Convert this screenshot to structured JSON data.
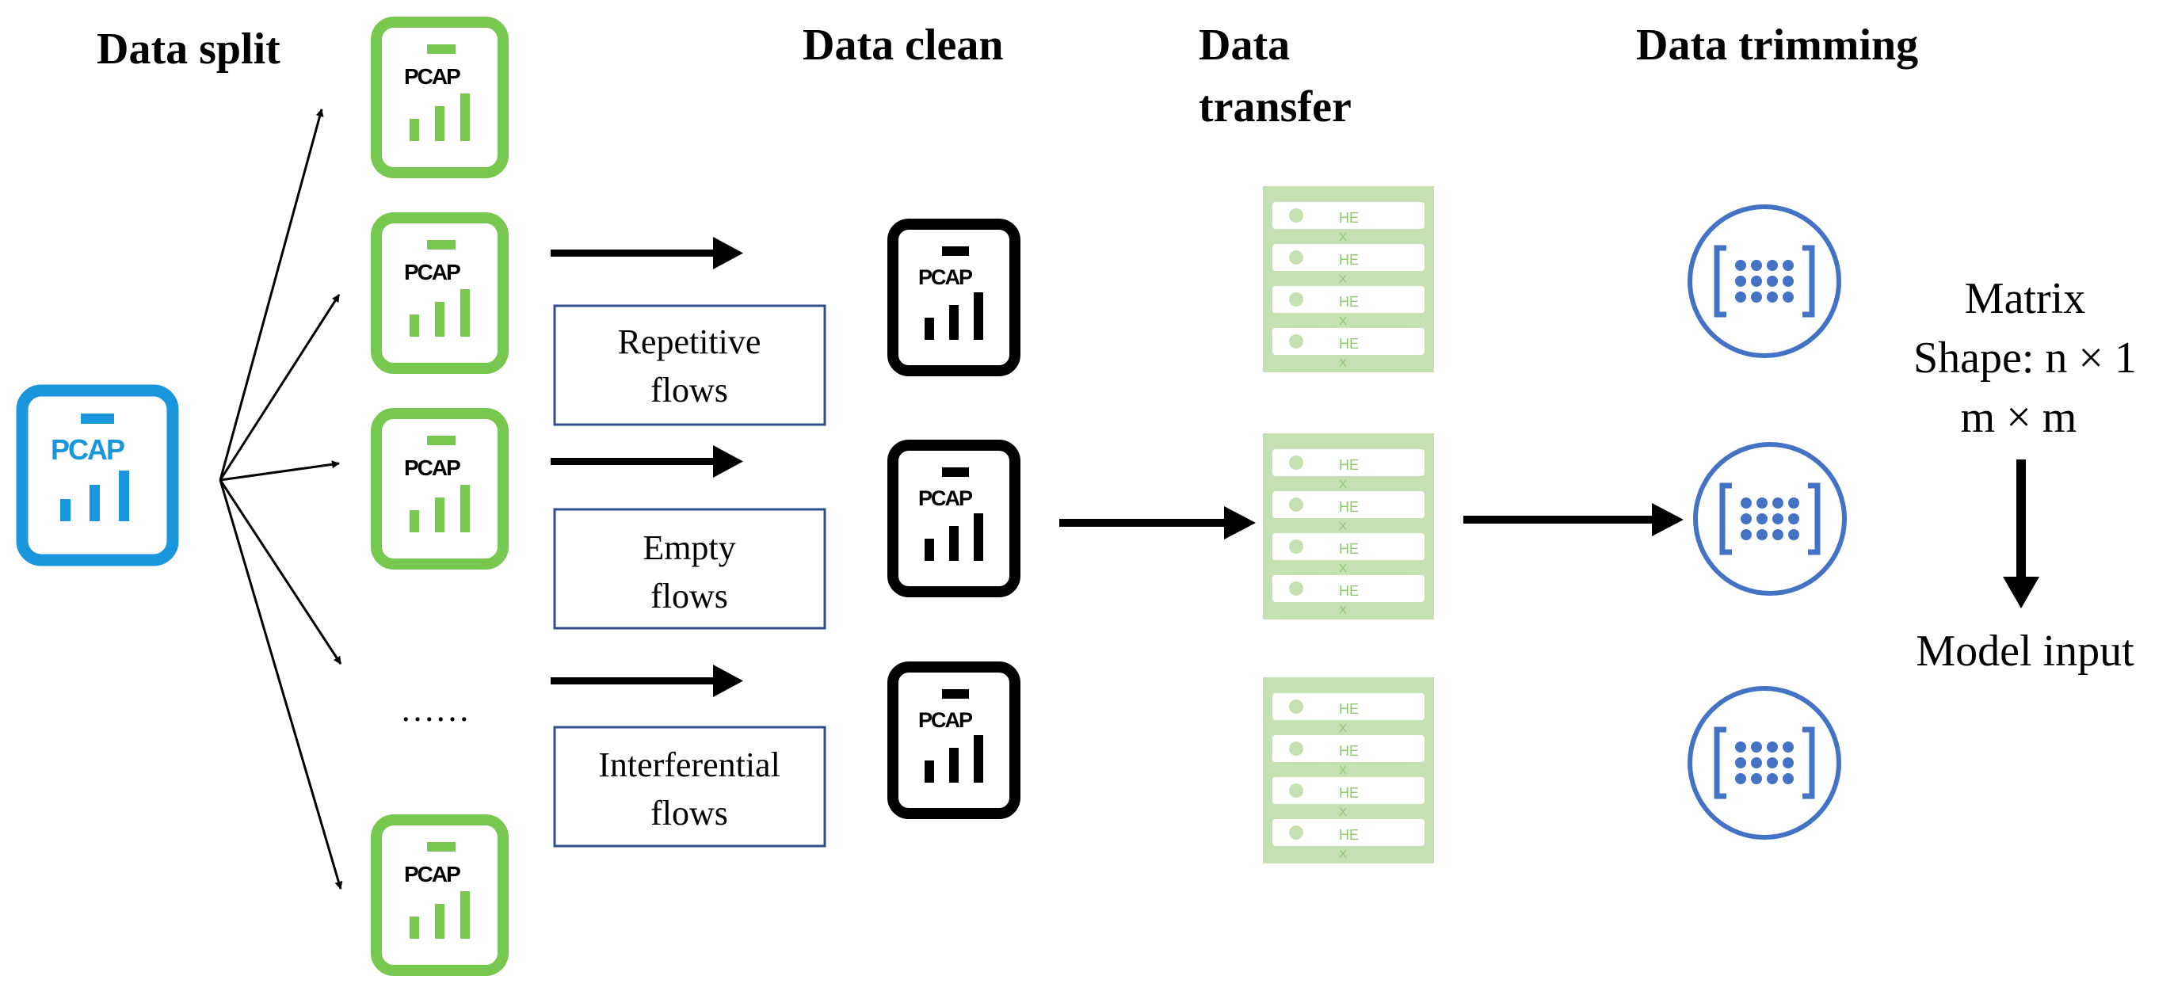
{
  "headings": {
    "data_split": "Data split",
    "data_clean": "Data clean",
    "data_transfer_line1": "Data",
    "data_transfer_line2": "transfer",
    "data_trimming": "Data trimming"
  },
  "pcap_label": "PCAP",
  "ellipsis": "……",
  "filters": [
    {
      "line1": "Repetitive",
      "line2": "flows"
    },
    {
      "line1": "Empty",
      "line2": "flows"
    },
    {
      "line1": "Interferential",
      "line2": "flows"
    }
  ],
  "server_row_label": "HE",
  "server_gap_label": "X",
  "matrix": {
    "line1": "Matrix",
    "line2": "Shape: n × 1",
    "line3": "m × m"
  },
  "model_input": "Model input",
  "colors": {
    "source_blue": "#1a96dc",
    "split_green": "#78c850",
    "clean_black": "#000000",
    "server_green": "#c5e1b2",
    "server_text": "#8cc86e",
    "matrix_blue": "#4472c4",
    "filter_border": "#2f4f8a"
  }
}
